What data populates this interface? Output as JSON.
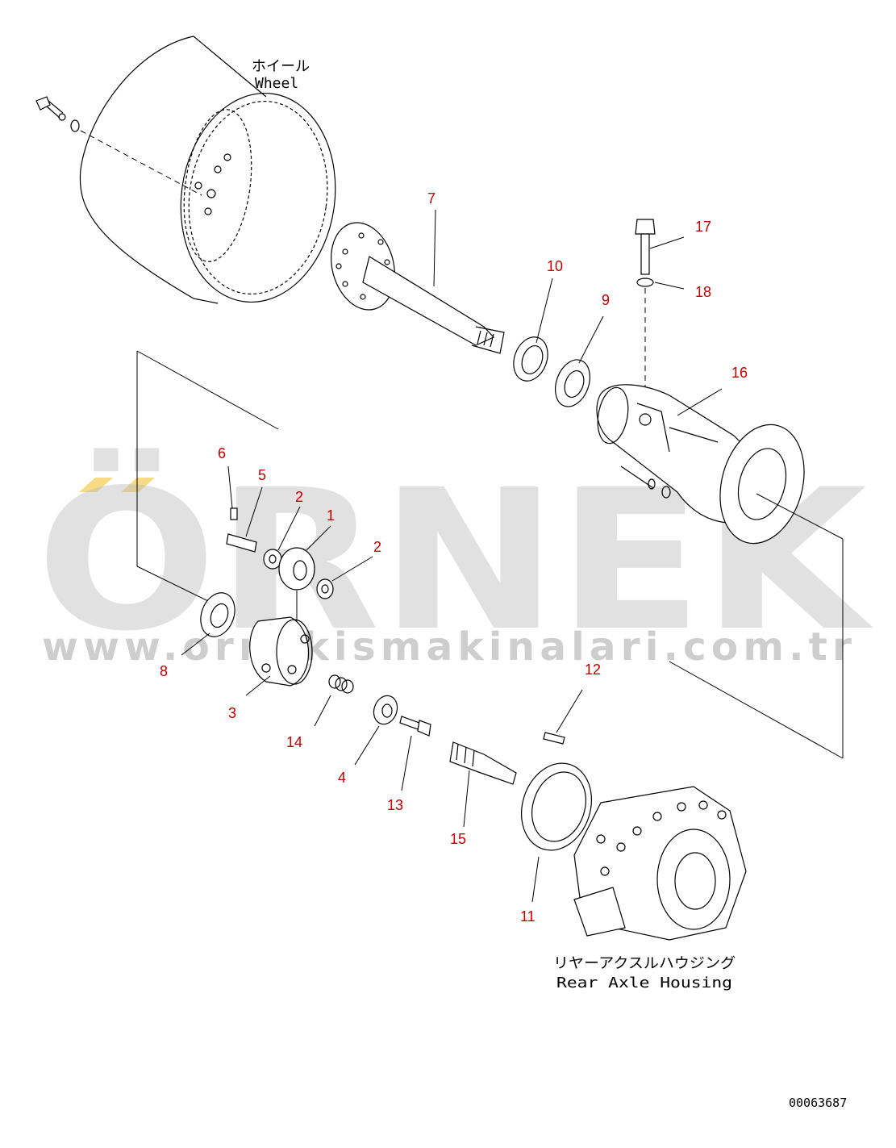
{
  "labels": {
    "wheel_jp": "ホイール",
    "wheel_en": "Wheel",
    "housing_jp": "リヤーアクスルハウジング",
    "housing_en": "Rear Axle Housing",
    "doc_number": "00063687"
  },
  "callouts": [
    "1",
    "2",
    "2",
    "3",
    "4",
    "5",
    "6",
    "7",
    "8",
    "9",
    "10",
    "11",
    "12",
    "13",
    "14",
    "15",
    "16",
    "17",
    "18"
  ],
  "watermark": {
    "brand": "ÖRNEK",
    "url": "www.ornekismakinalari.com.tr"
  },
  "colors": {
    "callout": "#c00000",
    "line": "#000000",
    "watermark": "#bdbdbd",
    "accent": "#f2c230"
  }
}
